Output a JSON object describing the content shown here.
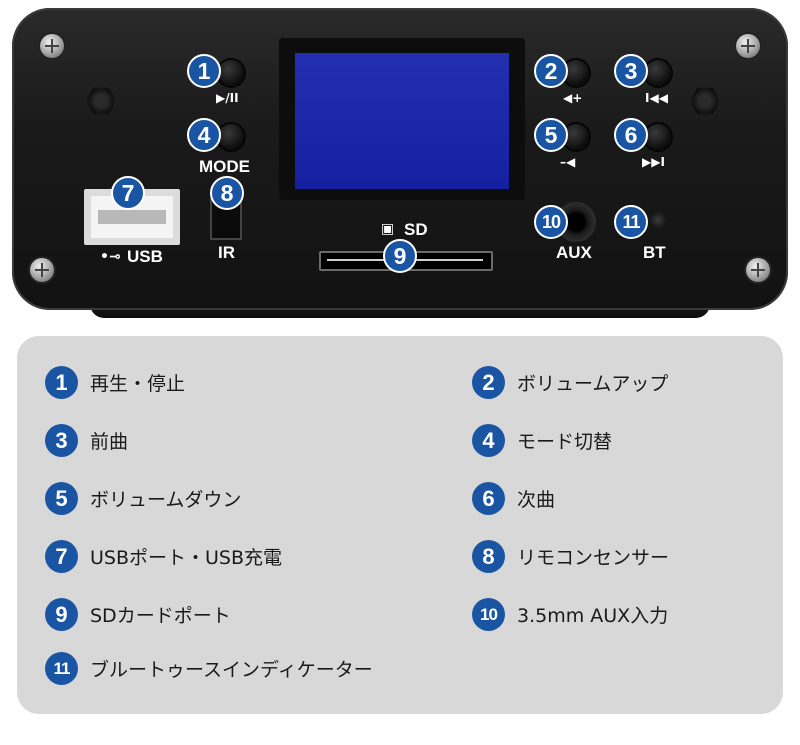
{
  "panel": {
    "callouts": [
      {
        "num": "1"
      },
      {
        "num": "2"
      },
      {
        "num": "3"
      },
      {
        "num": "4"
      },
      {
        "num": "5"
      },
      {
        "num": "6"
      },
      {
        "num": "7"
      },
      {
        "num": "8"
      },
      {
        "num": "9"
      },
      {
        "num": "10"
      },
      {
        "num": "11"
      }
    ],
    "labels": {
      "mode": "MODE",
      "usb": "USB",
      "ir": "IR",
      "sd": "SD",
      "aux": "AUX",
      "bt": "BT"
    },
    "symbols": {
      "play_pause": "▶/II",
      "vol_up": "◀+",
      "prev": "I◀◀",
      "vol_down": "–◀",
      "next": "▶▶I",
      "usb_symbol": "•⊸",
      "sd_symbol": "▣"
    },
    "colors": {
      "callout_blue": "#1a55a4",
      "lcd_blue": "#1a28a8"
    }
  },
  "legend": {
    "items": [
      {
        "num": "1",
        "text": "再生・停止"
      },
      {
        "num": "2",
        "text": "ボリュームアップ"
      },
      {
        "num": "3",
        "text": "前曲"
      },
      {
        "num": "4",
        "text": "モード切替"
      },
      {
        "num": "5",
        "text": "ボリュームダウン"
      },
      {
        "num": "6",
        "text": "次曲"
      },
      {
        "num": "7",
        "text": "USBポート・USB充電"
      },
      {
        "num": "8",
        "text": "リモコンセンサー"
      },
      {
        "num": "9",
        "text": "SDカードポート"
      },
      {
        "num": "10",
        "text": "3.5mm AUX入力"
      },
      {
        "num": "11",
        "text": "ブルートゥースインディケーター"
      }
    ]
  }
}
